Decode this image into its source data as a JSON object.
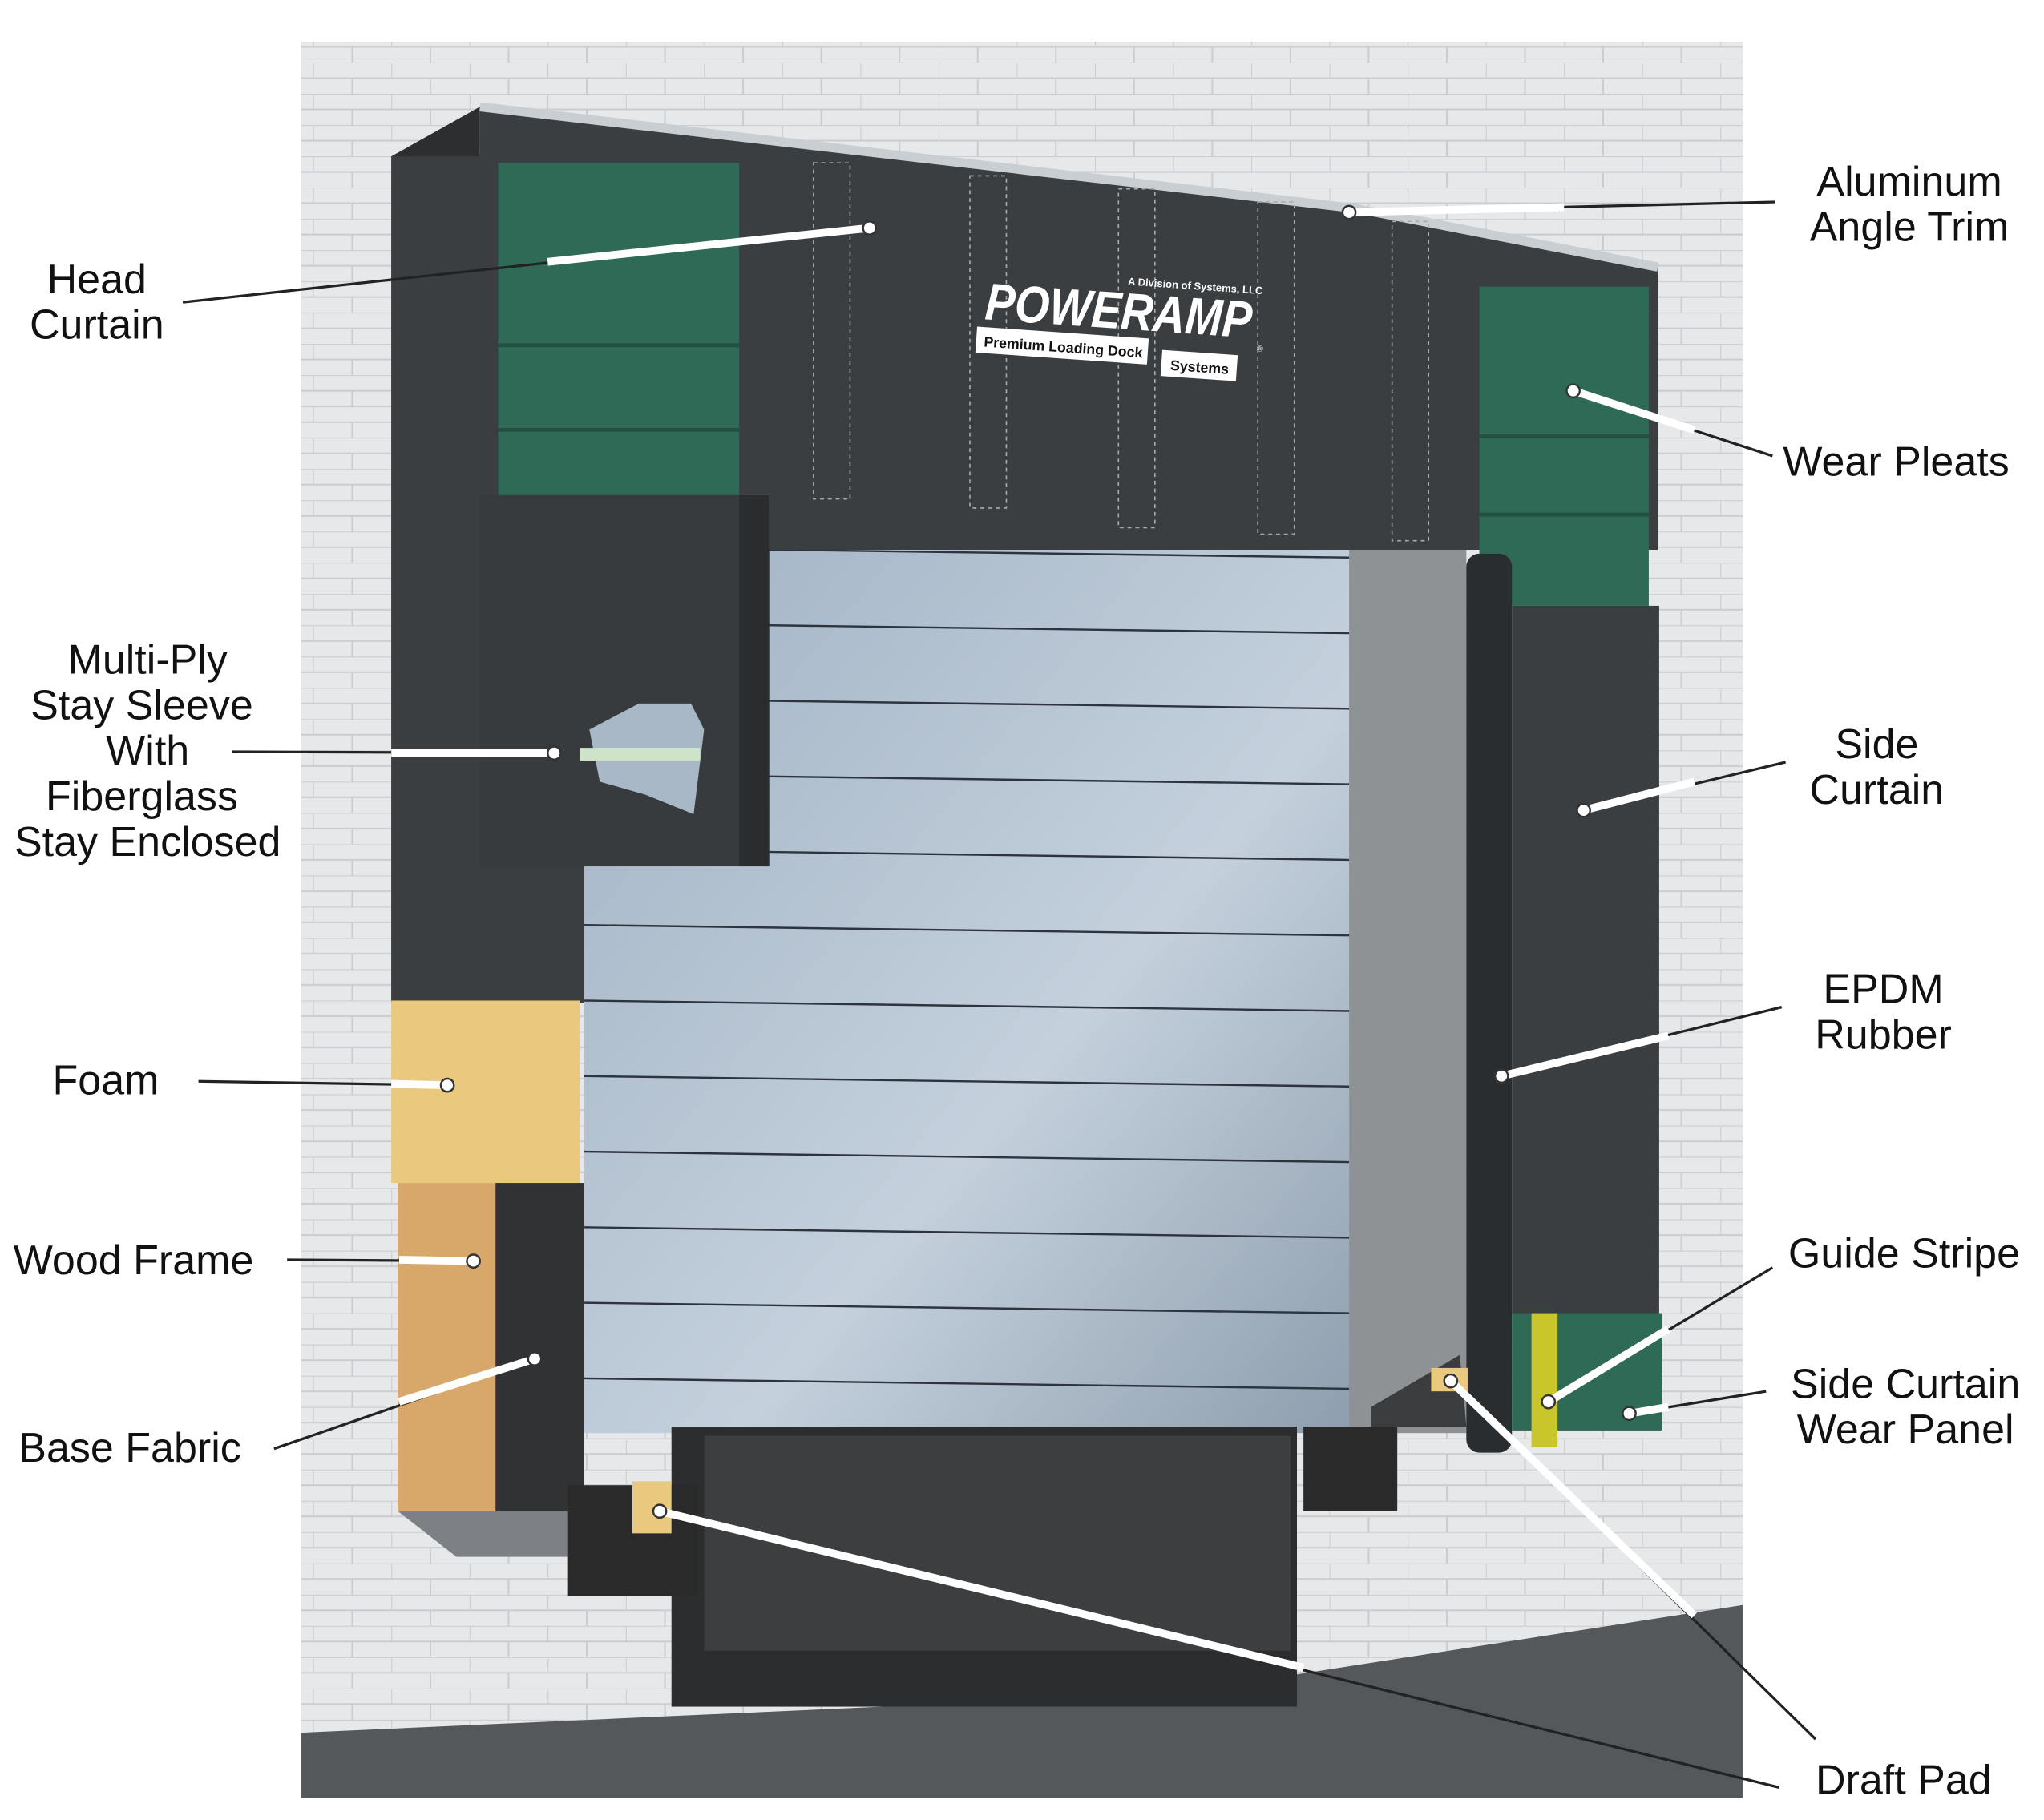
{
  "logo": {
    "brand": "POWERAMP",
    "division": "A Division of Systems, LLC",
    "tagline_left": "Premium Loading Dock",
    "tagline_right": "Systems",
    "registered": "®"
  },
  "labels": {
    "head_curtain": [
      "Head",
      "Curtain"
    ],
    "aluminum_angle_trim": [
      "Aluminum",
      "Angle Trim"
    ],
    "wear_pleats": [
      "Wear Pleats"
    ],
    "stay_sleeve": [
      "Multi-Ply",
      "Stay Sleeve",
      "With",
      "Fiberglass",
      "Stay Enclosed"
    ],
    "side_curtain": [
      "Side",
      "Curtain"
    ],
    "epdm_rubber": [
      "EPDM",
      "Rubber"
    ],
    "foam": [
      "Foam"
    ],
    "wood_frame": [
      "Wood Frame"
    ],
    "guide_stripe": [
      "Guide Stripe"
    ],
    "wear_panel": [
      "Side Curtain",
      "Wear Panel"
    ],
    "base_fabric": [
      "Base Fabric"
    ],
    "draft_pad": [
      "Draft Pad"
    ]
  },
  "colors": {
    "curtain": "#3b3e41",
    "wear_pleats": "#2f6a56",
    "foam": "#e9c97d",
    "wood": "#d8a86a",
    "guide_stripe": "#c8c62a",
    "door": "#aab9c8",
    "wall": "#e4e6e8"
  }
}
